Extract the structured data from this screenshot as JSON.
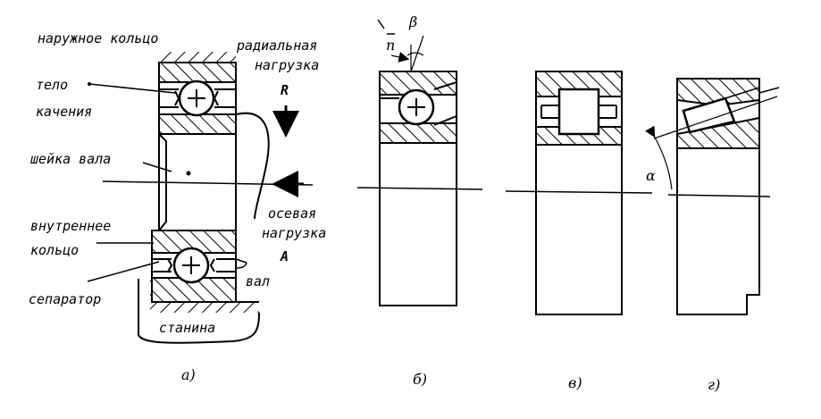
{
  "figure_a": {
    "labels": {
      "outer_ring": "наружное кольцо",
      "radial_load_1": "радиальная",
      "radial_load_2": "нагрузка",
      "radial_load_symbol": "R",
      "rolling_body_1": "тело",
      "rolling_body_2": "качения",
      "shaft_neck": "шейка вала",
      "axial_load_1": "осевая",
      "axial_load_2": "нагрузка",
      "axial_load_symbol": "A",
      "inner_ring_1": "внутреннее",
      "inner_ring_2": "кольцо",
      "shaft": "вал",
      "separator": "сепаратор",
      "housing": "станина"
    },
    "caption": "а)"
  },
  "figure_b": {
    "labels": {
      "n": "n",
      "beta": "β"
    },
    "caption": "б)"
  },
  "figure_v": {
    "caption": "в)"
  },
  "figure_g": {
    "labels": {
      "alpha": "α"
    },
    "caption": "г)"
  }
}
